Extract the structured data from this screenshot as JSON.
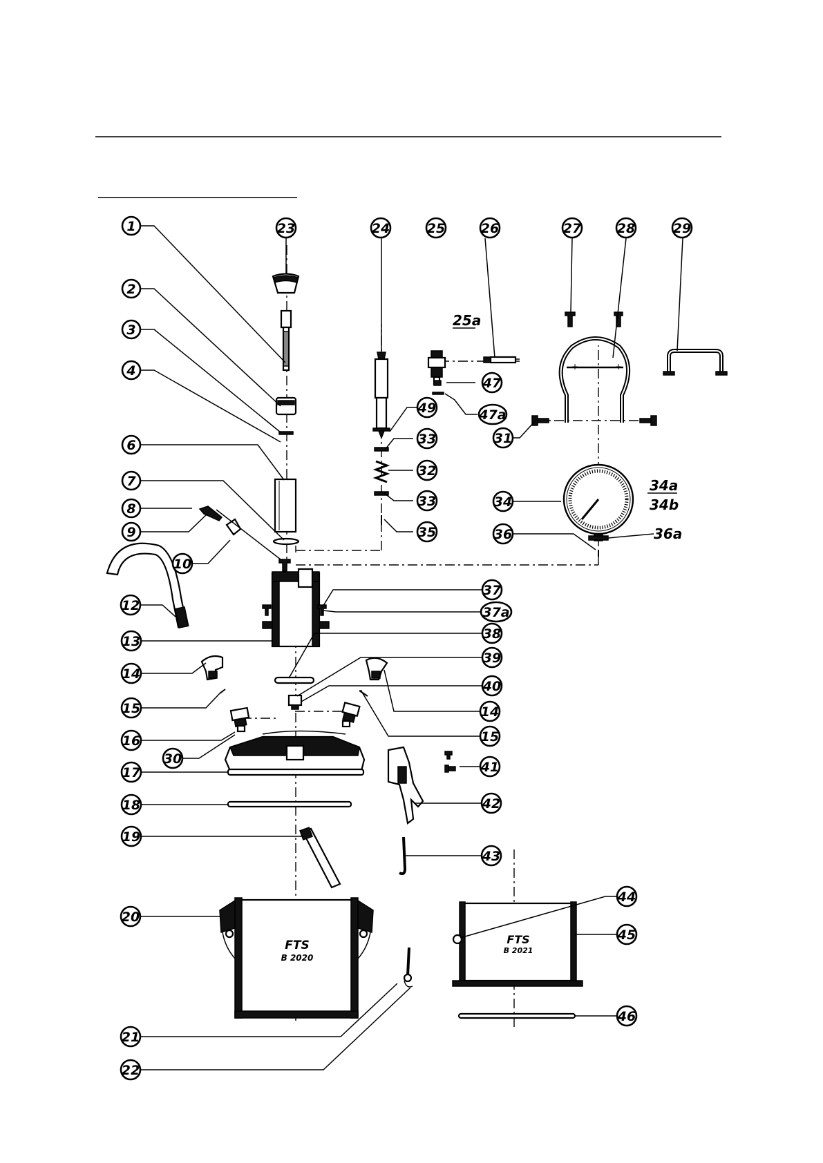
{
  "callouts": {
    "c1": "1",
    "c2": "2",
    "c3": "3",
    "c4": "4",
    "c6": "6",
    "c7": "7",
    "c8": "8",
    "c9": "9",
    "c10": "10",
    "c12": "12",
    "c13": "13",
    "c14a": "14",
    "c14b": "14",
    "c15a": "15",
    "c15b": "15",
    "c16": "16",
    "c17": "17",
    "c18": "18",
    "c19": "19",
    "c20": "20",
    "c21": "21",
    "c22": "22",
    "c23": "23",
    "c24": "24",
    "c25": "25",
    "c26": "26",
    "c27": "27",
    "c28": "28",
    "c29": "29",
    "c30": "30",
    "c31": "31",
    "c32": "32",
    "c33a": "33",
    "c33b": "33",
    "c34": "34",
    "c35": "35",
    "c36": "36",
    "c37": "37",
    "c37a": "37a",
    "c38": "38",
    "c39": "39",
    "c40": "40",
    "c41": "41",
    "c42": "42",
    "c43": "43",
    "c44": "44",
    "c45": "45",
    "c46": "46",
    "c47": "47",
    "c47a": "47a",
    "c49": "49"
  },
  "plain_labels": {
    "l25a": "25a",
    "l34a": "34a",
    "l34b": "34b",
    "l36a": "36a"
  },
  "containers": {
    "left_brand": "FTS",
    "left_model": "B 2020",
    "right_brand": "FTS",
    "right_model": "B 2021"
  }
}
